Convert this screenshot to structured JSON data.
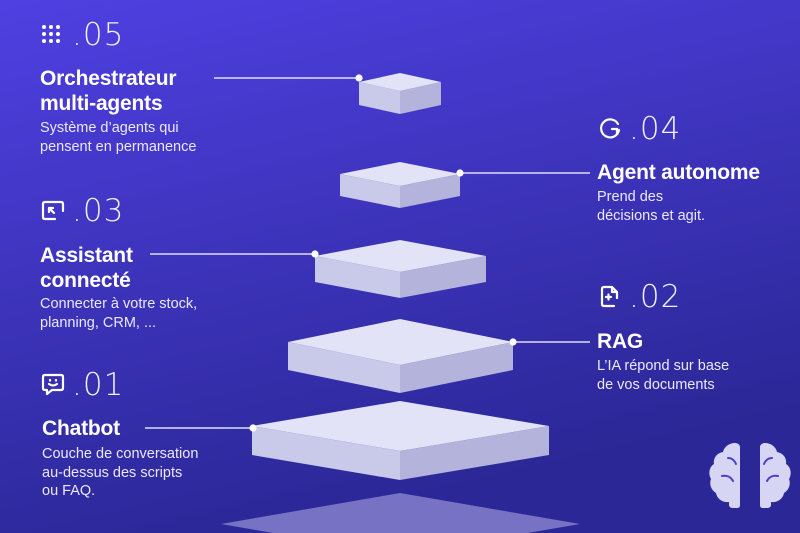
{
  "colors": {
    "background_top": "#4e3fe0",
    "background_bottom": "#2e2a9e",
    "step_top_face": "#e3e3f7",
    "step_side_left": "#c9c9ea",
    "step_side_right": "#b4b4dd",
    "connector": "#ffffff"
  },
  "steps": [
    {
      "number": ".01",
      "icon": "chat-smile-icon",
      "title_lines": [
        "Chatbot"
      ],
      "desc_lines": [
        "Couche de conversation",
        "au-dessus des scripts",
        "ou FAQ."
      ]
    },
    {
      "number": ".02",
      "icon": "document-icon",
      "title_lines": [
        "RAG"
      ],
      "desc_lines": [
        "L’IA répond sur base",
        "de vos documents"
      ]
    },
    {
      "number": ".03",
      "icon": "screen-connect-icon",
      "title_lines": [
        "Assistant",
        "connecté"
      ],
      "desc_lines": [
        "Connecter à votre stock,",
        "planning, CRM, ..."
      ]
    },
    {
      "number": ".04",
      "icon": "refresh-cycle-icon",
      "title_lines": [
        "Agent autonome"
      ],
      "desc_lines": [
        "Prend des",
        "décisions et agit."
      ]
    },
    {
      "number": ".05",
      "icon": "dot-grid-icon",
      "title_lines": [
        "Orchestrateur",
        "multi-agents"
      ],
      "desc_lines": [
        "Système d’agents qui",
        "pensent en permanence"
      ]
    }
  ],
  "logo": {
    "icon": "brain-icon"
  }
}
